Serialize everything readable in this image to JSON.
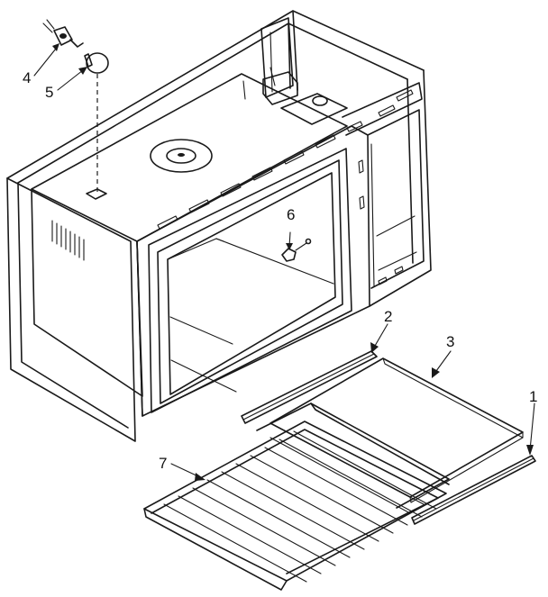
{
  "callouts": [
    {
      "id": "1",
      "label": "1"
    },
    {
      "id": "2",
      "label": "2"
    },
    {
      "id": "3",
      "label": "3"
    },
    {
      "id": "4",
      "label": "4"
    },
    {
      "id": "5",
      "label": "5"
    },
    {
      "id": "6",
      "label": "6"
    },
    {
      "id": "7",
      "label": "7"
    }
  ],
  "parts": [
    {
      "callout": "1",
      "icon": "side-rail-icon"
    },
    {
      "callout": "2",
      "icon": "side-rail-icon"
    },
    {
      "callout": "3",
      "icon": "tray-panel-icon"
    },
    {
      "callout": "4",
      "icon": "lamp-socket-icon"
    },
    {
      "callout": "5",
      "icon": "light-bulb-icon"
    },
    {
      "callout": "6",
      "icon": "door-latch-icon"
    },
    {
      "callout": "7",
      "icon": "oven-rack-icon"
    }
  ],
  "colors": {
    "line": "#1a1a1a",
    "background": "#ffffff"
  }
}
